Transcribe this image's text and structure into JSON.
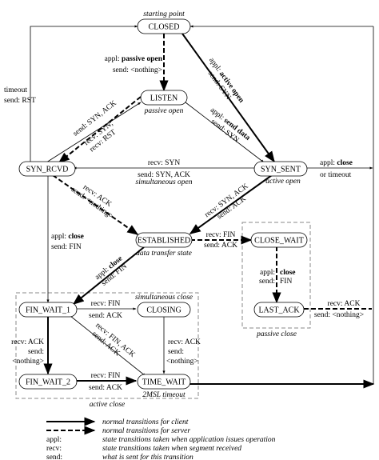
{
  "labels": {
    "starting_point": "starting point",
    "passive_open_note": "passive open",
    "active_open_note": "active open",
    "simultaneous_open": "simultaneous open",
    "data_transfer_state": "data transfer state",
    "simultaneous_close": "simultaneous close",
    "passive_close": "passive close",
    "active_close": "active close",
    "msl_timeout": "2MSL timeout"
  },
  "states": {
    "closed": "CLOSED",
    "listen": "LISTEN",
    "syn_rcvd": "SYN_RCVD",
    "syn_sent": "SYN_SENT",
    "established": "ESTABLISHED",
    "close_wait": "CLOSE_WAIT",
    "last_ack": "LAST_ACK",
    "fin_wait_1": "FIN_WAIT_1",
    "closing": "CLOSING",
    "fin_wait_2": "FIN_WAIT_2",
    "time_wait": "TIME_WAIT"
  },
  "transitions": {
    "appl": "appl:",
    "passive_open": "passive open",
    "send_nothing": "send: <nothing>",
    "appl_active_open_pre": "appl: ",
    "active_open": "active open",
    "send_syn": "send: SYN",
    "timeout": "timeout",
    "send_rst": "send: RST",
    "recv_syn": "recv: SYN;",
    "send_syn_ack": "send: SYN, ACK",
    "recv_rst": "recv: RST",
    "appl_send_data_pre": "appl: ",
    "send_data": "send data",
    "send_syn2": "send: SYN",
    "recv_syn2": "recv: SYN",
    "send_syn_ack2": "send: SYN, ACK",
    "appl_close_pre": "appl: ",
    "close": "close",
    "or_timeout": "or timeout",
    "recv_ack": "recv: ACK",
    "send_nothing2": "send: <nothing>",
    "recv_syn_ack": "recv: SYN, ACK",
    "send_ack": "send: ACK",
    "appl_close_left": "appl:",
    "close_left": "close",
    "send_fin_left": "send: FIN",
    "recv_fin": "recv: FIN",
    "send_ack2": "send: ACK",
    "appl_close_mid": "appl:",
    "close_mid": "close",
    "send_fin_mid": "send: FIN",
    "appl_close_cw": "appl:",
    "close_cw": "close",
    "send_fin_cw": "send: FIN",
    "recv_ack_la": "recv: ACK",
    "send_nothing_la": "send: <nothing>",
    "recv_fin_fw1": "recv: FIN",
    "send_ack_fw1": "send: ACK",
    "recv_ack_fw1": "recv: ACK",
    "send_nothing_fw1": "send:",
    "nothing_fw1": "<nothing>",
    "recv_fin_ack": "recv: FIN, ACK",
    "send_ack_diag": "send: ACK",
    "recv_ack_cl": "recv: ACK",
    "send_cl": "send:",
    "nothing_cl": "<nothing>",
    "recv_fin_fw2": "recv: FIN",
    "send_ack_fw2": "send: ACK"
  },
  "legend": [
    {
      "kind": "thick",
      "text": "normal transitions for client"
    },
    {
      "kind": "dash",
      "text": "normal transitions for server"
    },
    {
      "kind": "key",
      "key": "appl:",
      "text": "state transitions taken when application issues operation"
    },
    {
      "kind": "key",
      "key": "recv:",
      "text": "state transitions taken when segment received"
    },
    {
      "kind": "key",
      "key": "send:",
      "text": "what is sent for this transition"
    }
  ]
}
